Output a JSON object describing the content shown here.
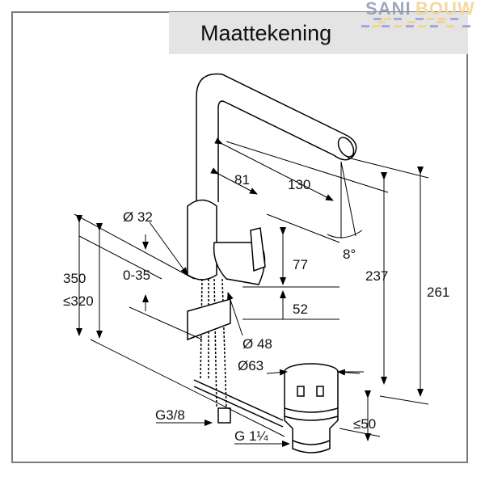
{
  "title": "Maattekening",
  "logo": {
    "word1": "SANI",
    "word2": "BOUW"
  },
  "dimensions": {
    "d81": "81",
    "d130": "130",
    "dia32": "Ø 32",
    "d350": "350",
    "d0_35": "0-35",
    "d320": "≤320",
    "d77": "77",
    "d237": "237",
    "d261": "261",
    "angle": "8°",
    "d52": "52",
    "dia48": "Ø 48",
    "dia63": "Ø63",
    "g38": "G3/8",
    "d50": "≤50",
    "g114": "G 1¼"
  },
  "colors": {
    "frame": "#7a7a7a",
    "title_bg": "#e4e4e4",
    "logo_blue": "#8d99b5",
    "logo_gold": "#f2d596"
  }
}
